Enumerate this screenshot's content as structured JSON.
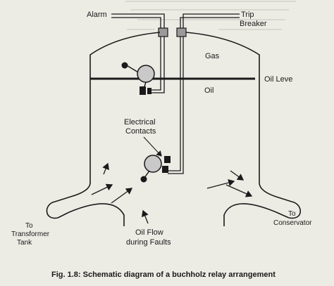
{
  "labels": {
    "alarm": "Alarm",
    "trip_breaker_line1": "Trip",
    "trip_breaker_line2": "Breaker",
    "gas": "Gas",
    "oil_level": "Oil Leve",
    "oil": "Oil",
    "electrical_contacts_line1": "Electrical",
    "electrical_contacts_line2": "Contacts",
    "to_transformer_tank_line1": "To",
    "to_transformer_tank_line2": "Transformer",
    "to_transformer_tank_line3": "Tank",
    "to_conservator_line1": "To",
    "to_conservator_line2": "Conservator",
    "oil_flow_line1": "Oil Flow",
    "oil_flow_line2": "during Faults"
  },
  "caption": "Fig. 1.8: Schematic diagram of a buchholz relay arrangement",
  "colors": {
    "background": "#ecebe4",
    "ink": "#1a1a1a",
    "float": "#c9c9c9",
    "bleed_through": "#c6c5bd"
  }
}
